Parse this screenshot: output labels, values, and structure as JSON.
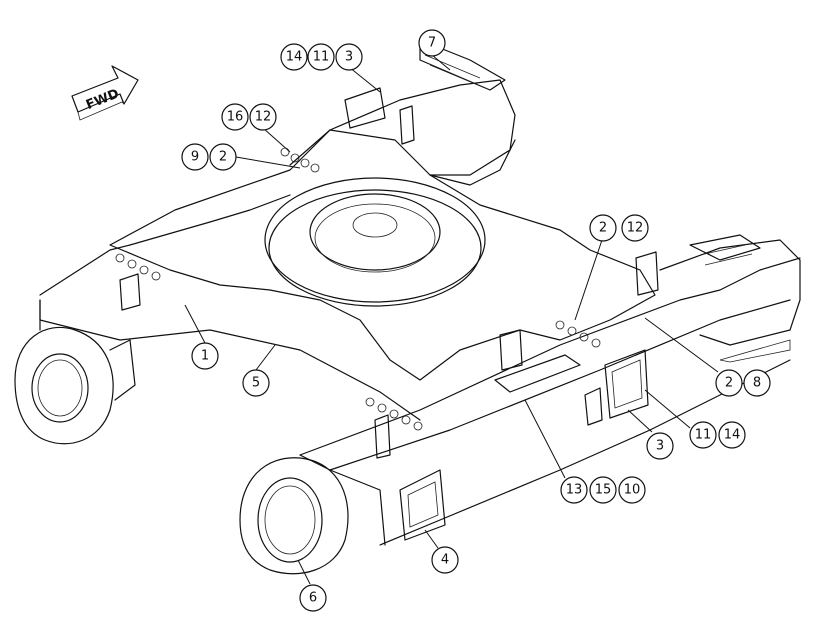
{
  "direction_label": "FWD",
  "callouts": {
    "c14a": "14",
    "c11a": "11",
    "c3a": "3",
    "c7": "7",
    "c16": "16",
    "c12a": "12",
    "c9": "9",
    "c2a": "2",
    "c2b": "2",
    "c12b": "12",
    "c1": "1",
    "c5": "5",
    "c2c": "2",
    "c8": "8",
    "c3b": "3",
    "c11b": "11",
    "c14b": "14",
    "c13": "13",
    "c15": "15",
    "c10": "10",
    "c4": "4",
    "c6": "6"
  }
}
